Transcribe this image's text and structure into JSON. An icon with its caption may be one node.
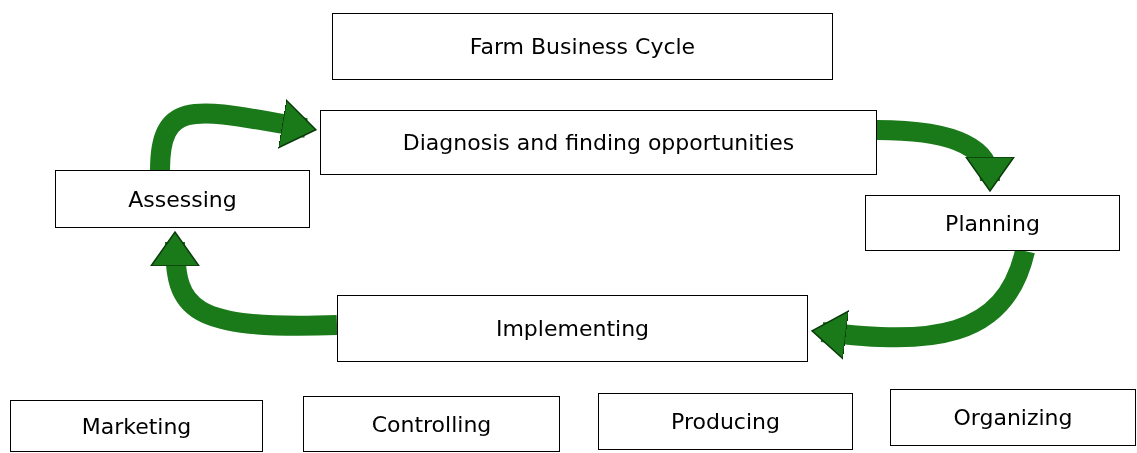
{
  "diagram": {
    "nodes": [
      {
        "text": [
          "Farm Business Cycle"
        ]
      },
      {
        "text": [
          "Diagnosis and finding opportunities"
        ]
      },
      {
        "text": [
          "Assessing"
        ]
      },
      {
        "text": [
          "Planning"
        ]
      },
      {
        "text": [
          "Implementing"
        ]
      },
      {
        "text": [
          "Marketing"
        ]
      },
      {
        "text": [
          "Controlling"
        ]
      },
      {
        "text": [
          "Producing"
        ]
      },
      {
        "text": [
          "Organizing"
        ]
      }
    ],
    "edges": [
      {
        "from": 2,
        "to": 1,
        "arrow": "to"
      },
      {
        "from": 1,
        "to": 3,
        "arrow": "to"
      },
      {
        "from": 3,
        "to": 4,
        "arrow": "to"
      },
      {
        "from": 4,
        "to": 2,
        "arrow": "to"
      }
    ]
  }
}
